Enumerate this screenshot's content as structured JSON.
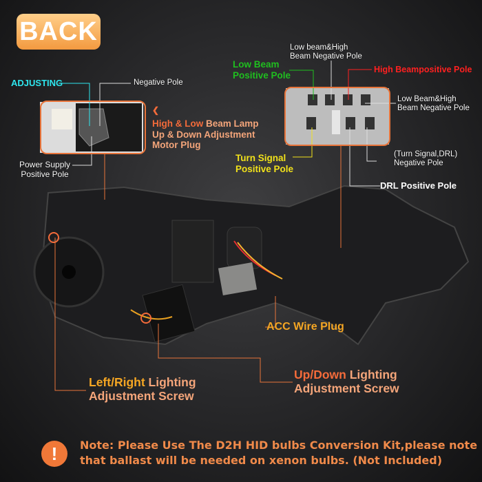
{
  "badge": "BACK",
  "labels": {
    "adjusting": "ADJUSTING",
    "negative_pole": "Negative Pole",
    "power_supply": [
      "Power Supply",
      "Positive Pole"
    ],
    "motor_plug": {
      "part1": "High & Low",
      "part2": "Beam Lamp",
      "line2": "Up & Down Adjustment",
      "line3": "Motor Plug"
    },
    "low_beam_pos": [
      "Low Beam",
      "Positive Pole"
    ],
    "low_high_neg_top": [
      "Low beam&High",
      "Beam Negative Pole"
    ],
    "high_beam_pos": "High Beampositive Pole",
    "low_high_neg_right": [
      "Low Beam&High",
      "Beam Negative Pole"
    ],
    "turn_signal_pos": [
      "Turn Signal",
      "Positive Pole"
    ],
    "turn_drl_neg": [
      "(Turn Signal,DRL)",
      "Negative Pole"
    ],
    "drl_pos": "DRL Positive Pole",
    "acc_plug": "ACC Wire Plug",
    "lr_screw": {
      "part1": "Left/Right",
      "part2": "Lighting",
      "line2": "Adjustment Screw"
    },
    "ud_screw": {
      "part1": "Up/Down",
      "part2": "Lighting",
      "line2": "Adjustment Screw"
    }
  },
  "note": {
    "icon": "!",
    "line1": "Note: Please Use The D2H HID bulbs Conversion Kit,please note",
    "line2": "that ballast will be needed on xenon bulbs.   (Not Included)"
  },
  "colors": {
    "orange": "#f46b3a",
    "cyan": "#2ee6ee",
    "green": "#1fbf1f",
    "red": "#ff2020",
    "yellow": "#f2e21a"
  }
}
